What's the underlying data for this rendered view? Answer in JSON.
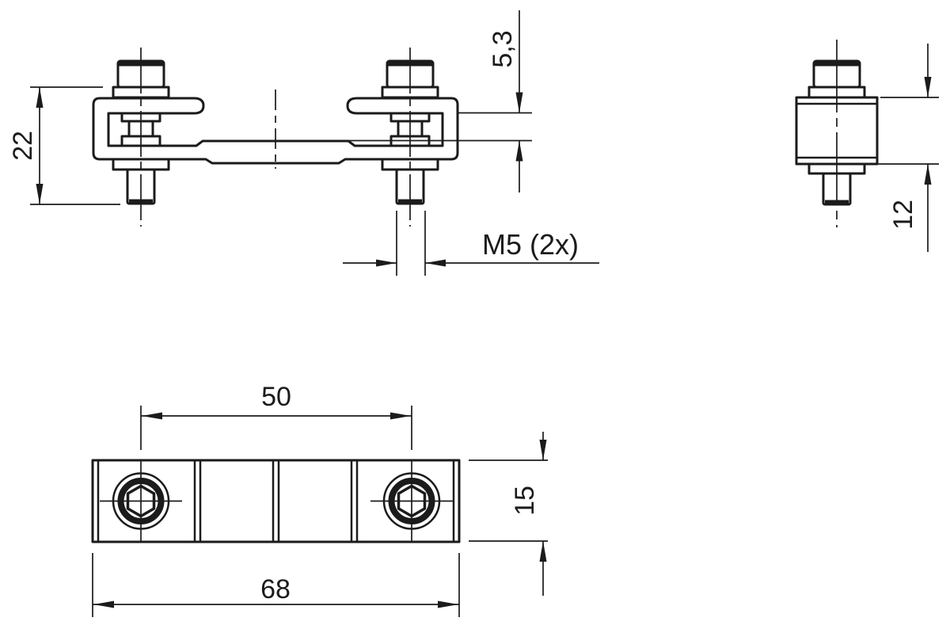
{
  "drawing": {
    "type": "technical-dimension-drawing",
    "part": "clamp-fastener-with-t-nut-and-hex-screws",
    "background_color": "#ffffff",
    "line_color": "#1b1b1b",
    "views": {
      "front": {
        "dim_overall_height": "22",
        "dim_clamp_gap": "5,3",
        "dim_thread": "M5 (2x)"
      },
      "side": {
        "dim_body_height": "12"
      },
      "top": {
        "dim_hole_spacing": "50",
        "dim_width": "15",
        "dim_length": "68"
      }
    }
  }
}
